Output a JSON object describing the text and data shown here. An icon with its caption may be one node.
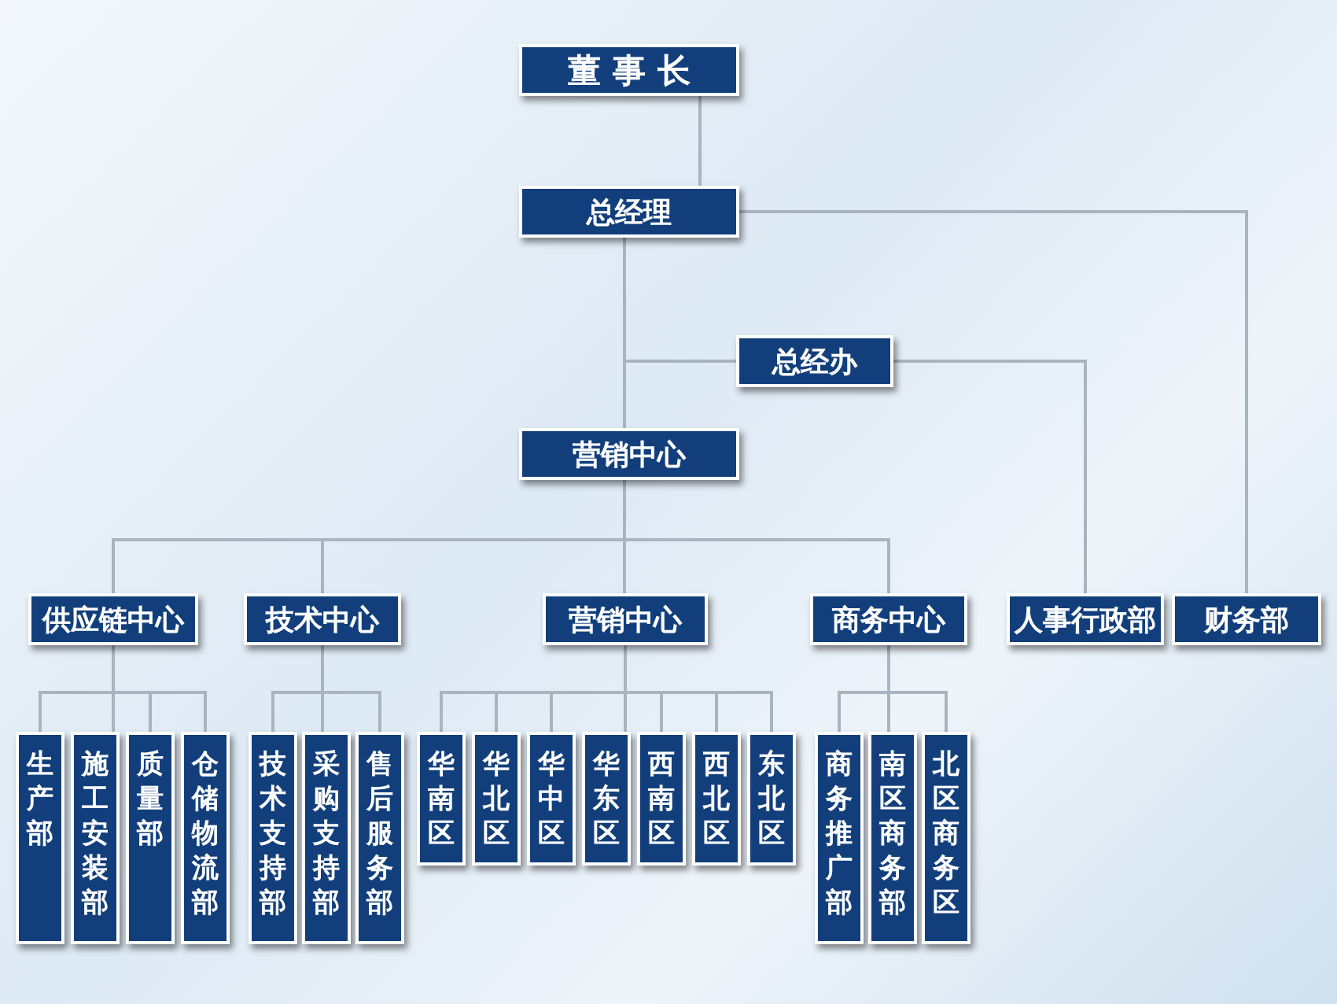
{
  "diagram": {
    "nodes": [
      {
        "text": [
          "董 事 长"
        ]
      },
      {
        "text": [
          "总经理"
        ]
      },
      {
        "text": [
          "总经办"
        ]
      },
      {
        "text": [
          "营销中心"
        ]
      },
      {
        "text": [
          "供应链中心"
        ]
      },
      {
        "text": [
          "技术中心"
        ]
      },
      {
        "text": [
          "营销中心"
        ]
      },
      {
        "text": [
          "商务中心"
        ]
      },
      {
        "text": [
          "人事行政部"
        ]
      },
      {
        "text": [
          "财务部"
        ]
      },
      {
        "text": [
          "生产部"
        ]
      },
      {
        "text": [
          "施工安装部"
        ]
      },
      {
        "text": [
          "质量部"
        ]
      },
      {
        "text": [
          "仓储物流部"
        ]
      },
      {
        "text": [
          "技术支持部"
        ]
      },
      {
        "text": [
          "采购支持部"
        ]
      },
      {
        "text": [
          "售后服务部"
        ]
      },
      {
        "text": [
          "华南区"
        ]
      },
      {
        "text": [
          "华北区"
        ]
      },
      {
        "text": [
          "华中区"
        ]
      },
      {
        "text": [
          "华东区"
        ]
      },
      {
        "text": [
          "西南区"
        ]
      },
      {
        "text": [
          "西北区"
        ]
      },
      {
        "text": [
          "东北区"
        ]
      },
      {
        "text": [
          "商务推广部"
        ]
      },
      {
        "text": [
          "南区商务部"
        ]
      },
      {
        "text": [
          "北区商务区"
        ]
      }
    ],
    "edges": [
      {
        "from": 0,
        "to": 1,
        "arrow": "none"
      },
      {
        "from": 1,
        "to": 3,
        "arrow": "none"
      },
      {
        "from": 1,
        "to": 2,
        "arrow": "none"
      },
      {
        "from": 1,
        "to": 9,
        "arrow": "none"
      },
      {
        "from": 2,
        "to": 8,
        "arrow": "none"
      },
      {
        "from": 3,
        "to": 4,
        "arrow": "none"
      },
      {
        "from": 3,
        "to": 5,
        "arrow": "none"
      },
      {
        "from": 3,
        "to": 6,
        "arrow": "none"
      },
      {
        "from": 3,
        "to": 7,
        "arrow": "none"
      },
      {
        "from": 4,
        "to": 10,
        "arrow": "none"
      },
      {
        "from": 4,
        "to": 11,
        "arrow": "none"
      },
      {
        "from": 4,
        "to": 12,
        "arrow": "none"
      },
      {
        "from": 4,
        "to": 13,
        "arrow": "none"
      },
      {
        "from": 5,
        "to": 14,
        "arrow": "none"
      },
      {
        "from": 5,
        "to": 15,
        "arrow": "none"
      },
      {
        "from": 5,
        "to": 16,
        "arrow": "none"
      },
      {
        "from": 6,
        "to": 17,
        "arrow": "none"
      },
      {
        "from": 6,
        "to": 18,
        "arrow": "none"
      },
      {
        "from": 6,
        "to": 19,
        "arrow": "none"
      },
      {
        "from": 6,
        "to": 20,
        "arrow": "none"
      },
      {
        "from": 6,
        "to": 21,
        "arrow": "none"
      },
      {
        "from": 6,
        "to": 22,
        "arrow": "none"
      },
      {
        "from": 6,
        "to": 23,
        "arrow": "none"
      },
      {
        "from": 7,
        "to": 24,
        "arrow": "none"
      },
      {
        "from": 7,
        "to": 25,
        "arrow": "none"
      },
      {
        "from": 7,
        "to": 26,
        "arrow": "none"
      }
    ]
  }
}
